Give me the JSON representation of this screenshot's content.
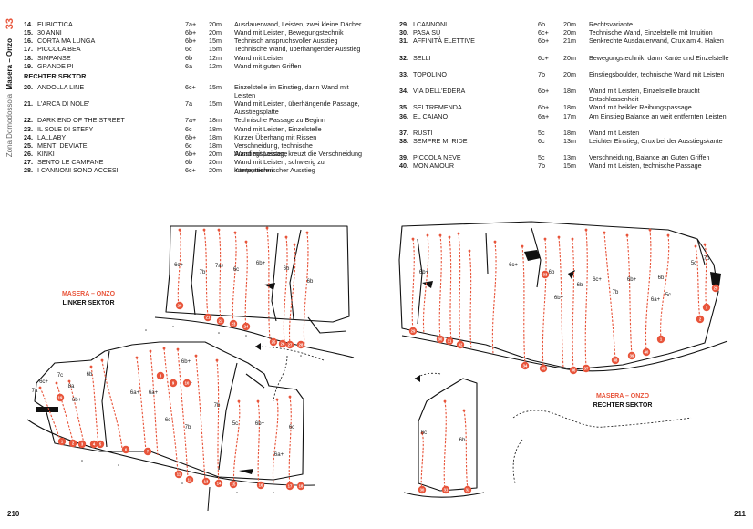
{
  "left": {
    "page_number": "210",
    "spine_page": "33",
    "spine_area": "Masera – Onzo",
    "spine_region": "Zona Domodossola",
    "routes_top": [
      {
        "num": "14.",
        "name": "EUBIOTICA",
        "grade": "7a+",
        "len": "20m",
        "desc": "Ausdauerwand, Leisten, zwei kleine Dächer"
      },
      {
        "num": "15.",
        "name": "30 ANNI",
        "grade": "6b+",
        "len": "20m",
        "desc": "Wand mit Leisten, Bewegungstechnik"
      },
      {
        "num": "16.",
        "name": "CORTA MA LUNGA",
        "grade": "6b+",
        "len": "15m",
        "desc": "Technisch anspruchsvoller Ausstieg"
      },
      {
        "num": "17.",
        "name": "PICCOLA BEA",
        "grade": "6c",
        "len": "15m",
        "desc": "Technische Wand, überhängender Ausstieg"
      },
      {
        "num": "18.",
        "name": "SIMPANSE",
        "grade": "6b",
        "len": "12m",
        "desc": "Wand mit Leisten"
      },
      {
        "num": "19.",
        "name": "GRANDE PI",
        "grade": "6a",
        "len": "12m",
        "desc": "Wand mit guten Griffen"
      }
    ],
    "section_heading": "RECHTER SEKTOR",
    "routes_bottom": [
      {
        "num": "20.",
        "name": "ANDOLLA LINE",
        "grade": "6c+",
        "len": "15m",
        "desc": "Einzelstelle im Einstieg, dann Wand mit Leisten",
        "tall": true
      },
      {
        "num": "21.",
        "name": "L'ARCA DI NOLE'",
        "grade": "7a",
        "len": "15m",
        "desc": "Wand mit Leisten, überhängende Passage, Ausstiegsplatte",
        "tall": true
      },
      {
        "num": "22.",
        "name": "DARK END OF THE STREET",
        "grade": "7a+",
        "len": "18m",
        "desc": "Technische Passage zu Beginn"
      },
      {
        "num": "23.",
        "name": "IL SOLE DI STEFY",
        "grade": "6c",
        "len": "18m",
        "desc": "Wand mit Leisten, Einzelstelle"
      },
      {
        "num": "24.",
        "name": "LALLABY",
        "grade": "6b+",
        "len": "18m",
        "desc": "Kurzer Überhang mit Rissen"
      },
      {
        "num": "25.",
        "name": "MENTI DEVIATE",
        "grade": "6c",
        "len": "18m",
        "desc": "Verschneidung, technische Ausstiegspassage"
      },
      {
        "num": "26.",
        "name": "KINKI",
        "grade": "6b+",
        "len": "20m",
        "desc": "Wand mit Leisten, kreuzt die Verschneidung"
      },
      {
        "num": "27.",
        "name": "SENTO LE CAMPANE",
        "grade": "6b",
        "len": "20m",
        "desc": "Wand mit Leisten, schwierig zu interpretieren"
      },
      {
        "num": "28.",
        "name": "I CANNONI SONO ACCESI",
        "grade": "6c+",
        "len": "20m",
        "desc": "Kante, technischer Ausstieg"
      }
    ],
    "sector_label_line1": "MASERA – ONZO",
    "sector_label_line2": "LINKER SEKTOR",
    "topo_grades": [
      "6c+",
      "7b",
      "7a+",
      "6c",
      "6b+",
      "6b",
      "6b",
      "6c+",
      "7a",
      "7c",
      "8a",
      "6b+",
      "6b",
      "6a+",
      "6a+",
      "6b+",
      "6c+",
      "7b",
      "6c",
      "7b",
      "5c",
      "6b+",
      "6c",
      "6a+",
      "6b"
    ],
    "topo_numbers": [
      "20",
      "21",
      "22",
      "23",
      "24",
      "25",
      "26",
      "27",
      "28",
      "1",
      "2",
      "3",
      "4",
      "5",
      "6",
      "7",
      "8",
      "9",
      "10",
      "11",
      "12",
      "13",
      "14",
      "15",
      "16",
      "17",
      "18",
      "19"
    ]
  },
  "right": {
    "page_number": "211",
    "routes": [
      {
        "num": "29.",
        "name": "I CANNONI",
        "grade": "6b",
        "len": "20m",
        "desc": "Rechtsvariante"
      },
      {
        "num": "30.",
        "name": "PASA SÙ",
        "grade": "6c+",
        "len": "20m",
        "desc": "Technische Wand, Einzelstelle mit Intuition"
      },
      {
        "num": "31.",
        "name": "AFFINITÀ ELETTIVE",
        "grade": "6b+",
        "len": "21m",
        "desc": "Senkrechte Ausdauerwand, Crux am 4. Haken",
        "tall": true
      },
      {
        "num": "32.",
        "name": "SELLI",
        "grade": "6c+",
        "len": "20m",
        "desc": "Bewegungstechnik, dann Kante und Einzelstelle",
        "tall": true
      },
      {
        "num": "33.",
        "name": "TOPOLINO",
        "grade": "7b",
        "len": "20m",
        "desc": "Einstiegsboulder, technische Wand mit Leisten",
        "tall": true
      },
      {
        "num": "34.",
        "name": "VIA DELL'EDERA",
        "grade": "6b+",
        "len": "18m",
        "desc": "Wand mit Leisten, Einzelstelle braucht Entschlossenheit",
        "tall": true
      },
      {
        "num": "35.",
        "name": "SEI TREMENDA",
        "grade": "6b+",
        "len": "18m",
        "desc": "Wand mit heikler Reibungspassage"
      },
      {
        "num": "36.",
        "name": "EL CAIANO",
        "grade": "6a+",
        "len": "17m",
        "desc": "Am Einstieg Balance an weit entfernten Leisten",
        "tall": true
      },
      {
        "num": "37.",
        "name": "RUSTI",
        "grade": "5c",
        "len": "18m",
        "desc": "Wand mit Leisten"
      },
      {
        "num": "38.",
        "name": "SEMPRE MI RIDE",
        "grade": "6c",
        "len": "13m",
        "desc": "Leichter Einstieg, Crux bei der Ausstiegskante",
        "tall": true
      },
      {
        "num": "39.",
        "name": "PICCOLA NEVE",
        "grade": "5c",
        "len": "13m",
        "desc": "Verschneidung, Balance an Guten Griffen"
      },
      {
        "num": "40.",
        "name": "MON AMOUR",
        "grade": "7b",
        "len": "15m",
        "desc": "Wand mit Leisten, technische Passage"
      }
    ],
    "sector_label_line1": "MASERA – ONZO",
    "sector_label_line2": "RECHTER SEKTOR",
    "topo_grades": [
      "6b+",
      "6c+",
      "6b",
      "6b+",
      "6b",
      "6c+",
      "6b+",
      "7b",
      "6b",
      "6a+",
      "5c",
      "5c",
      "7b",
      "6c",
      "6b"
    ],
    "topo_numbers": [
      "29",
      "30",
      "31",
      "32",
      "33",
      "34",
      "35",
      "36",
      "37",
      "38",
      "39",
      "40",
      "1",
      "2",
      "3"
    ]
  },
  "colors": {
    "accent": "#e8553b",
    "ink": "#1a1a1a"
  }
}
